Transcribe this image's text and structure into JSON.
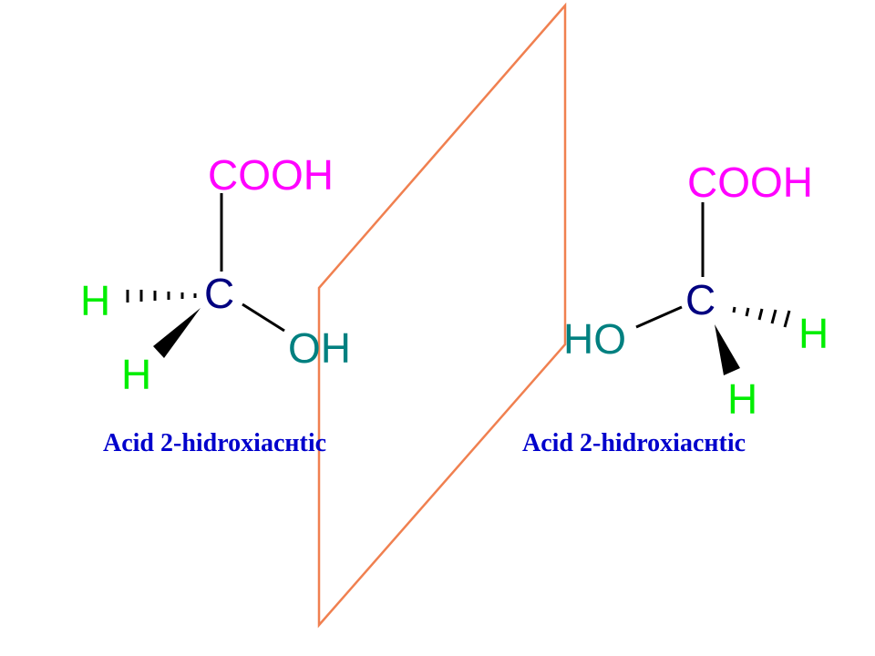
{
  "colors": {
    "carboxyl": "#ff00ff",
    "carbon": "#000080",
    "hydroxyl": "#008080",
    "hydrogen": "#00ee00",
    "bond": "#000000",
    "mirror": "#f08050",
    "caption": "#0000cc"
  },
  "left_molecule": {
    "top_group": "COOH",
    "center": "C",
    "h_dashed": "H",
    "h_wedge": "H",
    "side_group": "OH",
    "caption": "Acid 2-hidroxiacнtic"
  },
  "right_molecule": {
    "top_group": "COOH",
    "center": "C",
    "h_dashed": "H",
    "h_wedge": "H",
    "side_group": "HO",
    "caption": "Acid 2-hidroxiacнtic"
  }
}
